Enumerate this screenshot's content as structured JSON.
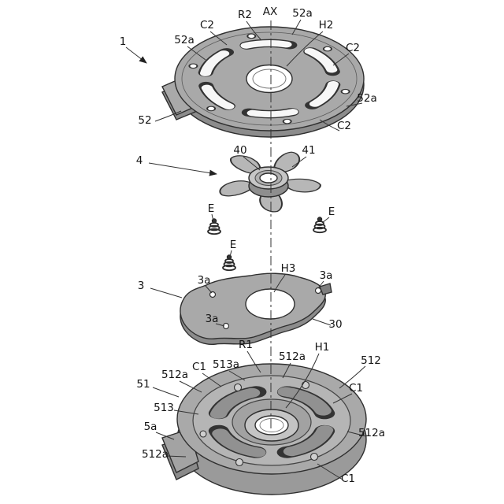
{
  "colors": {
    "background": "#ffffff",
    "plate_face": "#a9a9a9",
    "plate_side": "#8c8c8c",
    "part_light": "#c6c6c6",
    "inner_face": "#b5b5b5",
    "pocket": "#919191",
    "line": "#2f2f2f",
    "label": "#151515"
  },
  "labels": {
    "n1": "1",
    "ax": "AX",
    "r2": "R2",
    "n52a": "52a",
    "c2": "C2",
    "h2": "H2",
    "n52": "52",
    "n4": "4",
    "n40": "40",
    "n41": "41",
    "e": "E",
    "n3": "3",
    "n3a": "3a",
    "h3": "H3",
    "n30": "30",
    "r1": "R1",
    "n512a": "512a",
    "h1": "H1",
    "n512": "512",
    "n513a": "513a",
    "c1": "C1",
    "n51": "51",
    "n513": "513",
    "n5a": "5a"
  }
}
